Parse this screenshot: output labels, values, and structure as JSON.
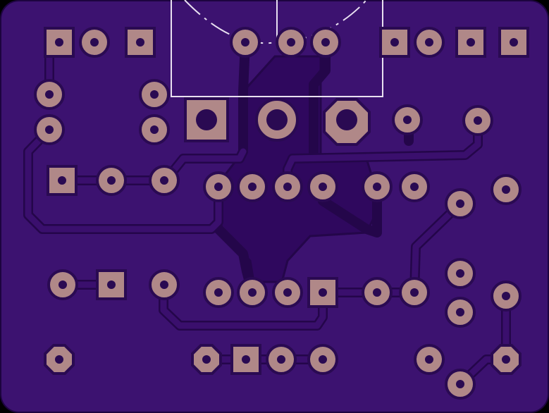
{
  "colors": {
    "background": "#000000",
    "board": "#3c1270",
    "board_edge": "#2a0a52",
    "copper_pour": "#2f085e",
    "trace": "#3a0f6d",
    "trace_edge": "#24064a",
    "pad": "#b08888",
    "pad_edge": "#2a0a52",
    "hole": "#2a0a52",
    "silkscreen": "#e8e0f0"
  },
  "board": {
    "title": "",
    "components": [
      {
        "id": "J1",
        "kind": "footprint-outline"
      },
      {
        "id": "U1",
        "kind": "dip-8"
      },
      {
        "id": "U2",
        "kind": "dip-4"
      },
      {
        "id": "POT",
        "kind": "potentiometer"
      }
    ]
  }
}
